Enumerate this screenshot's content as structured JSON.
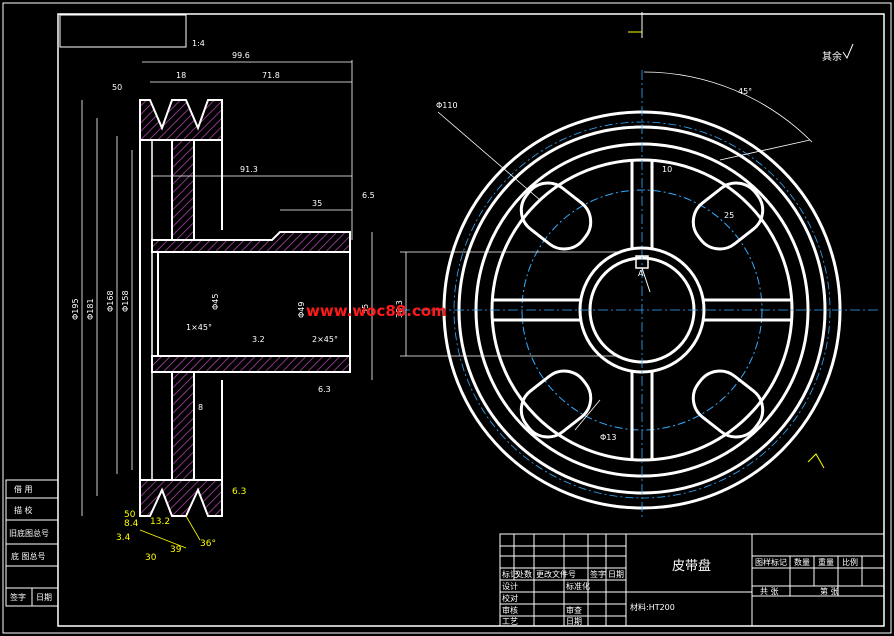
{
  "title": "皮带盘",
  "material": "材料:HT200",
  "surface_note": "其余",
  "watermark": "www.woc88.com",
  "side_view": {
    "dims": {
      "total_width": "99.6",
      "groove_width": "18",
      "width_71": "71.8",
      "bore_len": "91.3",
      "hub_step": "35",
      "ra_top": "6.5",
      "ra_roughness_top": "50",
      "d195": "Φ195",
      "d181": "Φ181",
      "d168": "Φ168",
      "d158": "Φ158",
      "d45": "Φ45",
      "d55": "55",
      "d49": "Φ49",
      "chamfer1": "1×45°",
      "chamfer2": "2×45°",
      "ra_inner": "3.2",
      "ra_bottom": "6.3",
      "web": "8",
      "g_84": "8.4",
      "g_13": "13.2",
      "g_34": "3.4",
      "angle36": "36°",
      "ra_bottom2": "6.3",
      "ra_50": "50",
      "y_label1": "30",
      "y_label2": "39"
    }
  },
  "front_view": {
    "dims": {
      "d110": "Φ110",
      "spoke": "10",
      "w25": "25",
      "angle45": "45°",
      "d13": "Φ13",
      "key": "38.3",
      "a_mark": "A"
    }
  },
  "left_table": [
    "借 用",
    "描 校",
    "旧底图总号",
    "底 图总号",
    "签字",
    "日期"
  ],
  "title_block": {
    "rows": [
      [
        "标记",
        "处数",
        "更改文件号",
        "签字",
        "日期"
      ],
      [
        "设计",
        "",
        "标准化",
        "",
        ""
      ],
      [
        "校对",
        "",
        "",
        "",
        ""
      ],
      [
        "审核",
        "",
        "审查",
        "",
        ""
      ],
      [
        "工艺",
        "",
        "日期",
        "",
        ""
      ]
    ],
    "right_headers": [
      "图样标记",
      "数量",
      "重量",
      "比例"
    ],
    "right_footer": [
      "共 张",
      "第 张"
    ]
  }
}
